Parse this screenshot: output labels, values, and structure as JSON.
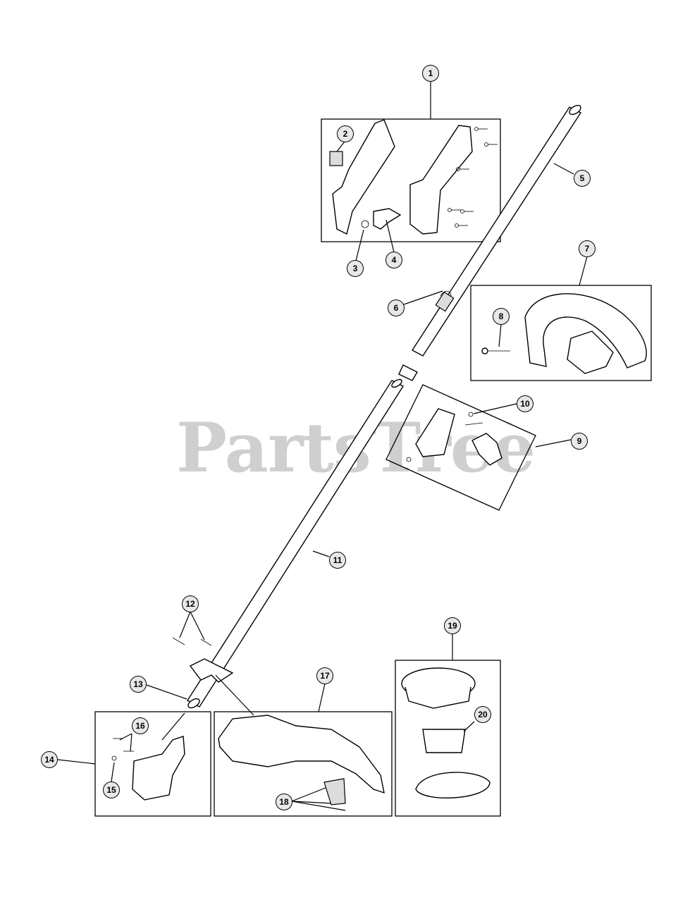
{
  "watermark": {
    "text": "PartsTree",
    "trademark": "™"
  },
  "callouts": [
    {
      "id": "callout-1",
      "label": "1"
    },
    {
      "id": "callout-2",
      "label": "2"
    },
    {
      "id": "callout-3",
      "label": "3"
    },
    {
      "id": "callout-4",
      "label": "4"
    },
    {
      "id": "callout-5",
      "label": "5"
    },
    {
      "id": "callout-6",
      "label": "6"
    },
    {
      "id": "callout-7",
      "label": "7"
    },
    {
      "id": "callout-8",
      "label": "8"
    },
    {
      "id": "callout-9",
      "label": "9"
    },
    {
      "id": "callout-10",
      "label": "10"
    },
    {
      "id": "callout-11",
      "label": "11"
    },
    {
      "id": "callout-12",
      "label": "12"
    },
    {
      "id": "callout-13",
      "label": "13"
    },
    {
      "id": "callout-14",
      "label": "14"
    },
    {
      "id": "callout-15",
      "label": "15"
    },
    {
      "id": "callout-16",
      "label": "16"
    },
    {
      "id": "callout-17",
      "label": "17"
    },
    {
      "id": "callout-18",
      "label": "18"
    },
    {
      "id": "callout-19",
      "label": "19"
    },
    {
      "id": "callout-20",
      "label": "20"
    }
  ]
}
